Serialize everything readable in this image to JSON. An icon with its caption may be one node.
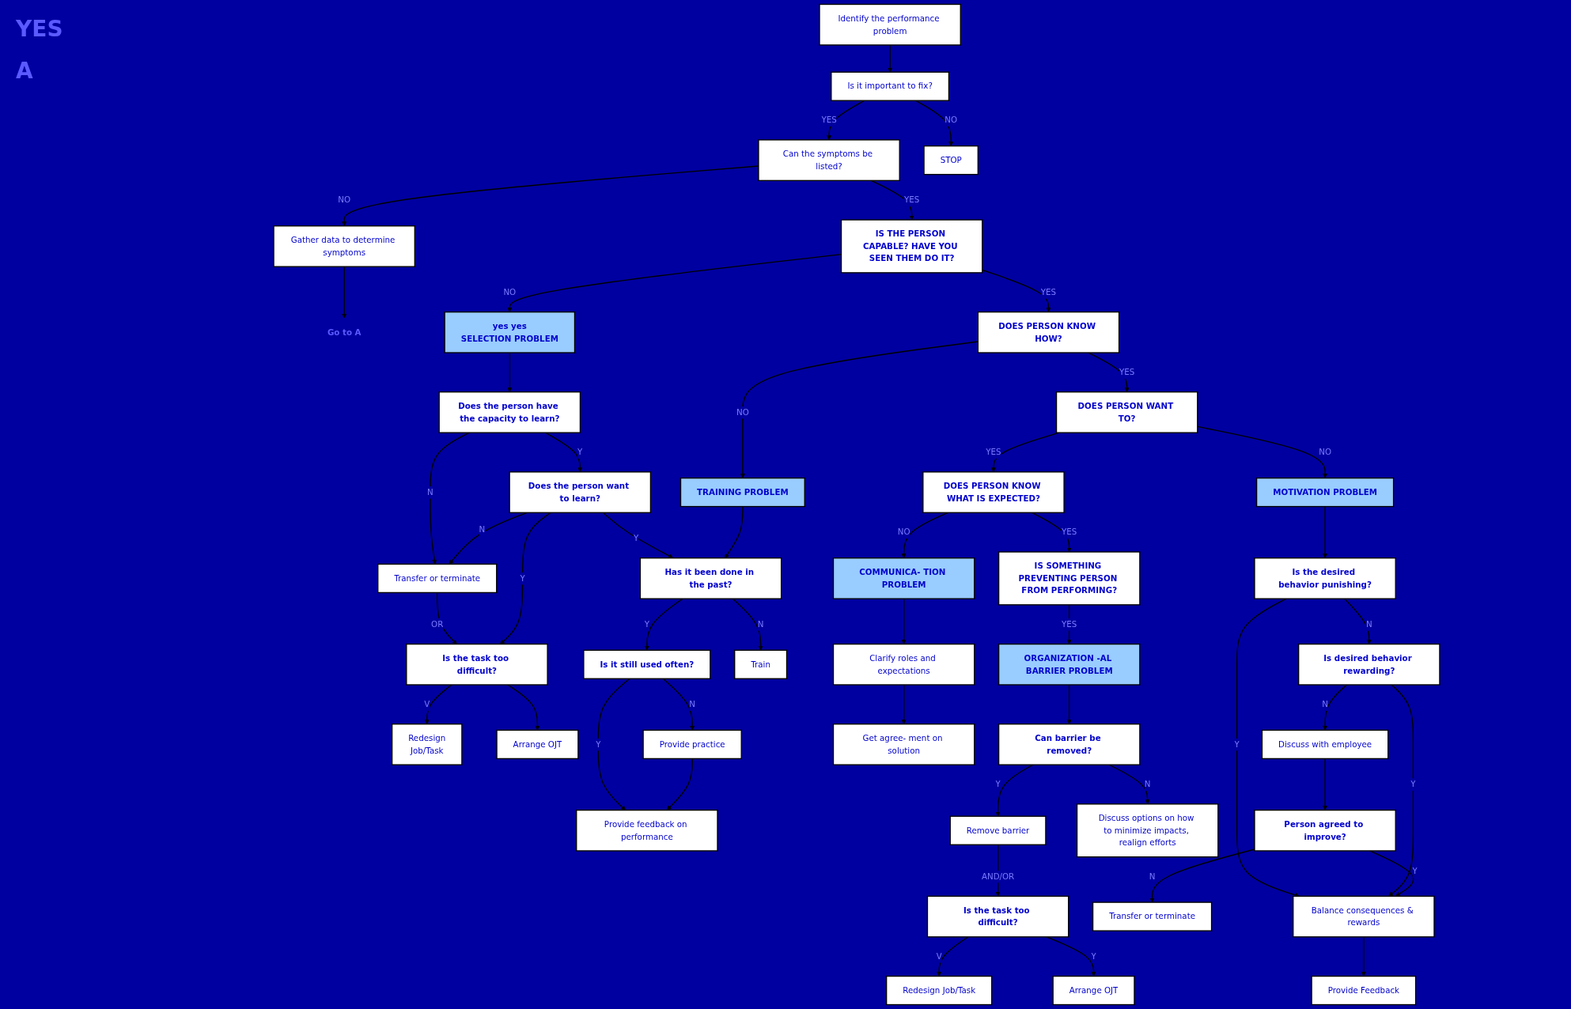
{
  "diagram": {
    "nodes": [
      {
        "text": [
          "Identify the performance problem"
        ]
      },
      {
        "text": [
          "Is it important to fix?"
        ]
      },
      {
        "text": [
          "STOP"
        ]
      },
      {
        "text": [
          "Can the symptoms be listed?"
        ]
      },
      {
        "text": [
          "Gather data to determine symptoms"
        ]
      },
      {
        "text": [
          "Go to A"
        ]
      },
      {
        "text": [
          "IS THE PERSON CAPABLE? HAVE YOU SEEN THEM DO IT?"
        ]
      },
      {
        "text": [
          "DOES PERSON KNOW HOW?"
        ]
      },
      {
        "text": [
          "DOES PERSON WANT TO?"
        ]
      },
      {
        "text": [
          "DOES PERSON KNOW WHAT IS EXPECTED?"
        ]
      },
      {
        "text": [
          "IS SOMETHING PREVENTING PERSON FROM PERFORMING?"
        ]
      },
      {
        "text": [
          "yes yes",
          "SELECTION PROBLEM"
        ]
      },
      {
        "text": [
          "TRAINING PROBLEM"
        ]
      },
      {
        "text": [
          "MOTIVATION PROBLEM"
        ]
      },
      {
        "text": [
          "COMMUNICA- TION PROBLEM"
        ]
      },
      {
        "text": [
          "ORGANIZATION -AL BARRIER PROBLEM"
        ]
      },
      {
        "text": [
          "Does the person have the capacity to learn?"
        ]
      },
      {
        "text": [
          "Transfer or terminate"
        ]
      },
      {
        "text": [
          "Does the person want to learn?"
        ]
      },
      {
        "text": [
          "Is the task too difficult?"
        ]
      },
      {
        "text": [
          "Redesign",
          "Job/Task"
        ]
      },
      {
        "text": [
          "Arrange OJT"
        ]
      },
      {
        "text": [
          "Has it been done in the past?"
        ]
      },
      {
        "text": [
          "Train"
        ]
      },
      {
        "text": [
          "Is it still used often?"
        ]
      },
      {
        "text": [
          "Provide practice"
        ]
      },
      {
        "text": [
          "Provide feedback on performance"
        ]
      },
      {
        "text": [
          "Is the desired behavior punishing?"
        ]
      },
      {
        "text": [
          "Is desired behavior rewarding?"
        ]
      },
      {
        "text": [
          "Balance consequences & rewards"
        ]
      },
      {
        "text": [
          "Discuss with employee"
        ]
      },
      {
        "text": [
          "Provide Feedback"
        ]
      },
      {
        "text": [
          "Person agreed to improve?"
        ]
      },
      {
        "text": [
          "Transfer or terminate"
        ]
      },
      {
        "text": [
          "Clarify roles and expectations"
        ]
      },
      {
        "text": [
          "Get agree- ment on solution"
        ]
      },
      {
        "text": [
          "Can barrier be removed?"
        ]
      },
      {
        "text": [
          "Remove barrier"
        ]
      },
      {
        "text": [
          "Discuss options on how to minimize impacts, realign efforts"
        ]
      },
      {
        "text": [
          "Is the task too difficult?"
        ]
      },
      {
        "text": [
          "Redesign Job/Task"
        ]
      },
      {
        "text": [
          "Arrange OJT"
        ]
      }
    ],
    "edges": [
      {
        "from": 0,
        "to": 1,
        "arrow": "to"
      },
      {
        "from": 1,
        "to": 2,
        "arrow": "to",
        "label": "NO"
      },
      {
        "from": 1,
        "to": 3,
        "arrow": "to",
        "label": "YES"
      },
      {
        "from": 3,
        "to": 4,
        "arrow": "to",
        "label": "NO"
      },
      {
        "from": 4,
        "to": 5,
        "arrow": "to"
      },
      {
        "from": 3,
        "to": 6,
        "arrow": "to",
        "label": "YES"
      },
      {
        "from": 6,
        "to": 7,
        "arrow": "to",
        "label": "YES"
      },
      {
        "from": 7,
        "to": 8,
        "arrow": "to",
        "label": "YES"
      },
      {
        "from": 8,
        "to": 9,
        "arrow": "to",
        "label": "YES"
      },
      {
        "from": 9,
        "to": 10,
        "arrow": "to",
        "label": "YES"
      },
      {
        "from": 6,
        "to": 11,
        "arrow": "to",
        "label": "NO"
      },
      {
        "from": 7,
        "to": 12,
        "arrow": "to",
        "label": "NO"
      },
      {
        "from": 8,
        "to": 13,
        "arrow": "to",
        "label": "NO"
      },
      {
        "from": 9,
        "to": 14,
        "arrow": "to",
        "label": "NO"
      },
      {
        "from": 10,
        "to": 15,
        "arrow": "to",
        "label": "YES"
      },
      {
        "from": 11,
        "to": 16,
        "arrow": "to"
      },
      {
        "from": 16,
        "to": 17,
        "arrow": "to",
        "label": "N"
      },
      {
        "from": 16,
        "to": 18,
        "arrow": "to",
        "label": "Y"
      },
      {
        "from": 18,
        "to": 17,
        "arrow": "to",
        "label": "N"
      },
      {
        "from": 18,
        "to": 22,
        "arrow": "to",
        "label": "Y"
      },
      {
        "from": 17,
        "to": 19,
        "arrow": "to",
        "label": "OR"
      },
      {
        "from": 18,
        "to": 19,
        "arrow": "to",
        "label": "Y"
      },
      {
        "from": 19,
        "to": 20,
        "arrow": "to",
        "label": "V"
      },
      {
        "from": 19,
        "to": 21,
        "arrow": "to"
      },
      {
        "from": 12,
        "to": 22,
        "arrow": "to"
      },
      {
        "from": 22,
        "to": 23,
        "arrow": "to",
        "label": "N"
      },
      {
        "from": 22,
        "to": 24,
        "arrow": "to",
        "label": "Y"
      },
      {
        "from": 24,
        "to": 25,
        "arrow": "to",
        "label": "N"
      },
      {
        "from": 24,
        "to": 26,
        "arrow": "to",
        "label": "Y"
      },
      {
        "from": 25,
        "to": 26,
        "arrow": "to"
      },
      {
        "from": 13,
        "to": 27,
        "arrow": "to"
      },
      {
        "from": 27,
        "to": 28,
        "arrow": "to",
        "label": "N"
      },
      {
        "from": 27,
        "to": 29,
        "arrow": "to",
        "label": "Y"
      },
      {
        "from": 28,
        "to": 29,
        "arrow": "to",
        "label": "Y"
      },
      {
        "from": 28,
        "to": 30,
        "arrow": "to",
        "label": "N"
      },
      {
        "from": 29,
        "to": 31,
        "arrow": "to"
      },
      {
        "from": 30,
        "to": 32,
        "arrow": "to"
      },
      {
        "from": 32,
        "to": 33,
        "arrow": "to",
        "label": "N"
      },
      {
        "from": 32,
        "to": 29,
        "arrow": "to",
        "label": "Y"
      },
      {
        "from": 14,
        "to": 34,
        "arrow": "to"
      },
      {
        "from": 34,
        "to": 35,
        "arrow": "to"
      },
      {
        "from": 15,
        "to": 36,
        "arrow": "to"
      },
      {
        "from": 36,
        "to": 37,
        "arrow": "to",
        "label": "Y"
      },
      {
        "from": 36,
        "to": 38,
        "arrow": "to",
        "label": "N"
      },
      {
        "from": 37,
        "to": 39,
        "arrow": "to",
        "label": "AND/OR"
      },
      {
        "from": 39,
        "to": 40,
        "arrow": "to",
        "label": "V"
      },
      {
        "from": 39,
        "to": 41,
        "arrow": "to",
        "label": "Y"
      }
    ],
    "labels": [
      "YES",
      "A"
    ]
  }
}
